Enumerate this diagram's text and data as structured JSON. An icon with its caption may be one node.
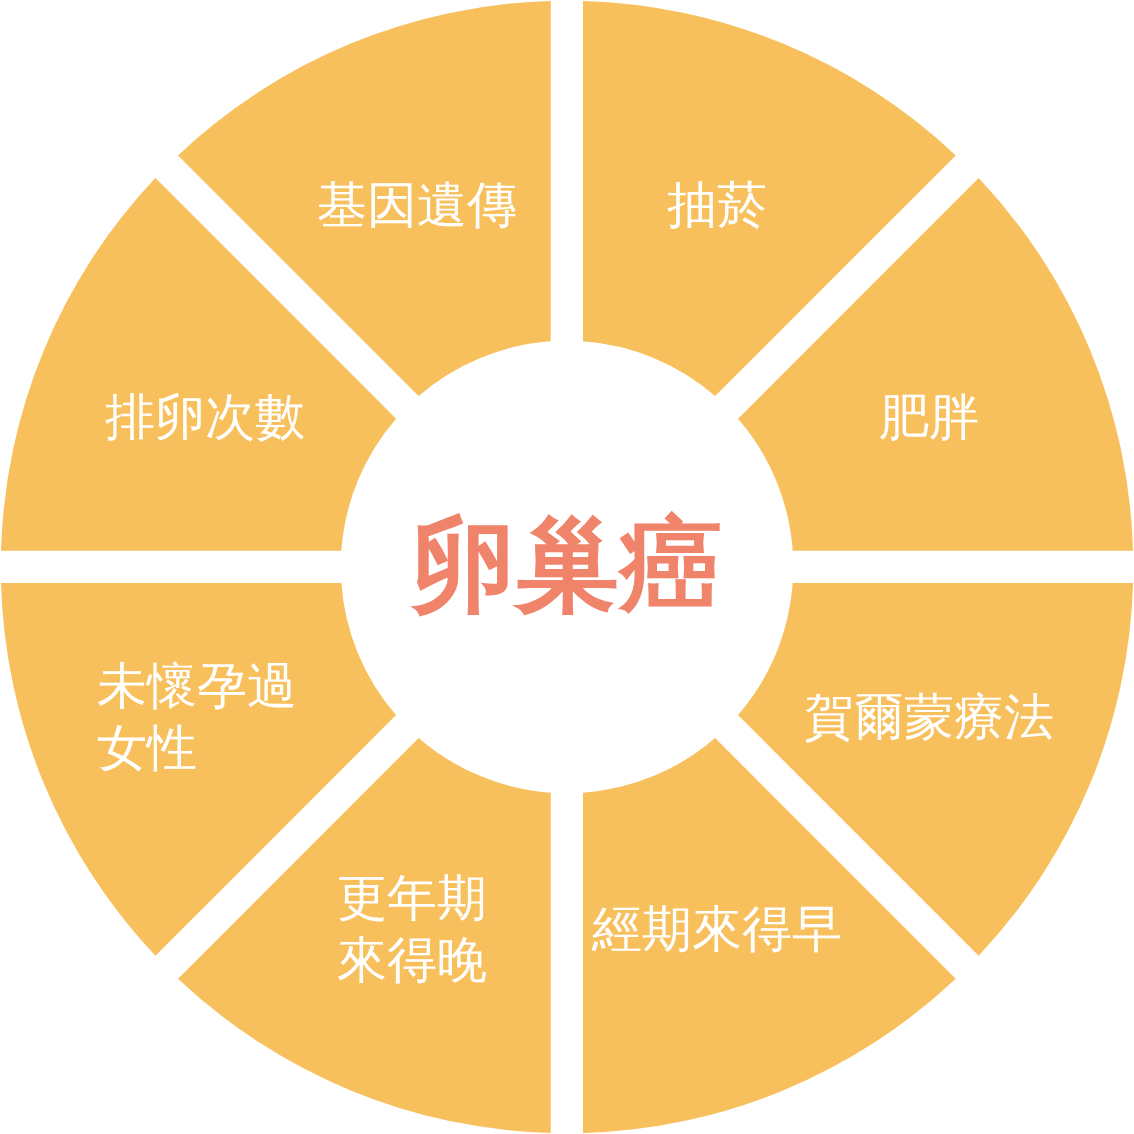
{
  "diagram": {
    "nodes": [
      {
        "text": [
          "卵巢癌"
        ]
      },
      {
        "text": [
          "抽菸"
        ]
      },
      {
        "text": [
          "肥胖"
        ]
      },
      {
        "text": [
          "賀爾蒙療法"
        ]
      },
      {
        "text": [
          "經期來得早"
        ]
      },
      {
        "text": [
          "更年期來得晚"
        ]
      },
      {
        "text": [
          "未懷孕過女性"
        ]
      },
      {
        "text": [
          "排卵次數"
        ]
      },
      {
        "text": [
          "基因遺傳"
        ]
      }
    ]
  }
}
